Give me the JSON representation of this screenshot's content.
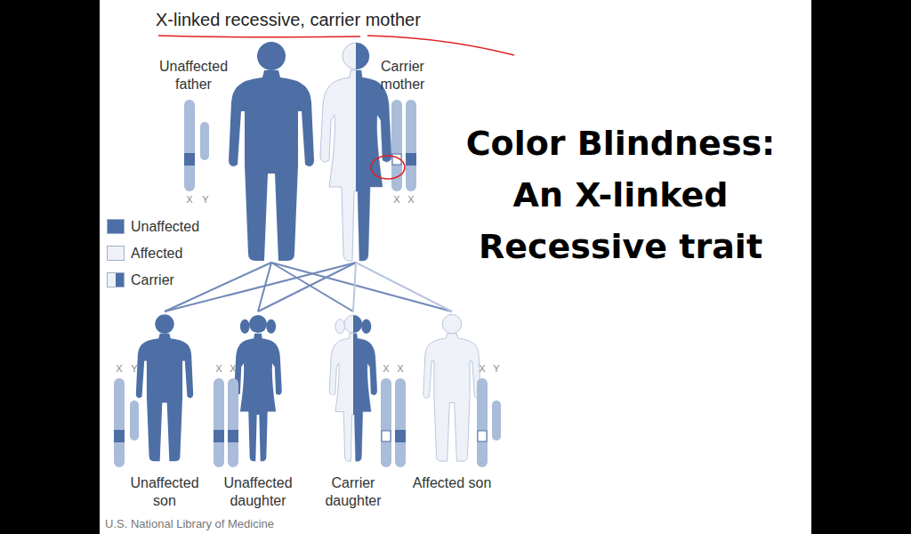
{
  "diagram": {
    "title": "X-linked recessive, carrier mother",
    "nodes": [
      {
        "text": [
          "Unaffected father"
        ]
      },
      {
        "text": [
          "Carrier mother"
        ]
      },
      {
        "text": [
          "Unaffected son"
        ]
      },
      {
        "text": [
          "Unaffected daughter"
        ]
      },
      {
        "text": [
          "Carrier daughter"
        ]
      },
      {
        "text": [
          "Affected son"
        ]
      }
    ],
    "edges": [
      {
        "from": 0,
        "to": 2,
        "arrow": "none"
      },
      {
        "from": 0,
        "to": 3,
        "arrow": "none"
      },
      {
        "from": 0,
        "to": 4,
        "arrow": "none"
      },
      {
        "from": 0,
        "to": 5,
        "arrow": "none"
      },
      {
        "from": 1,
        "to": 2,
        "arrow": "none"
      },
      {
        "from": 1,
        "to": 3,
        "arrow": "none"
      },
      {
        "from": 1,
        "to": 4,
        "arrow": "none"
      },
      {
        "from": 1,
        "to": 5,
        "arrow": "none"
      }
    ],
    "labels": [
      "X",
      "Y",
      "X",
      "X",
      "X",
      "Y",
      "X",
      "X",
      "X",
      "X",
      "X",
      "Y",
      "Color Blindness: An X-linked Recessive trait",
      "U.S. National Library of Medicine"
    ],
    "legend": [
      {
        "text": "Unaffected",
        "color": "#4d6fa6"
      },
      {
        "text": "Affected",
        "color": "#eef1f7"
      },
      {
        "text": "Carrier"
      }
    ]
  }
}
